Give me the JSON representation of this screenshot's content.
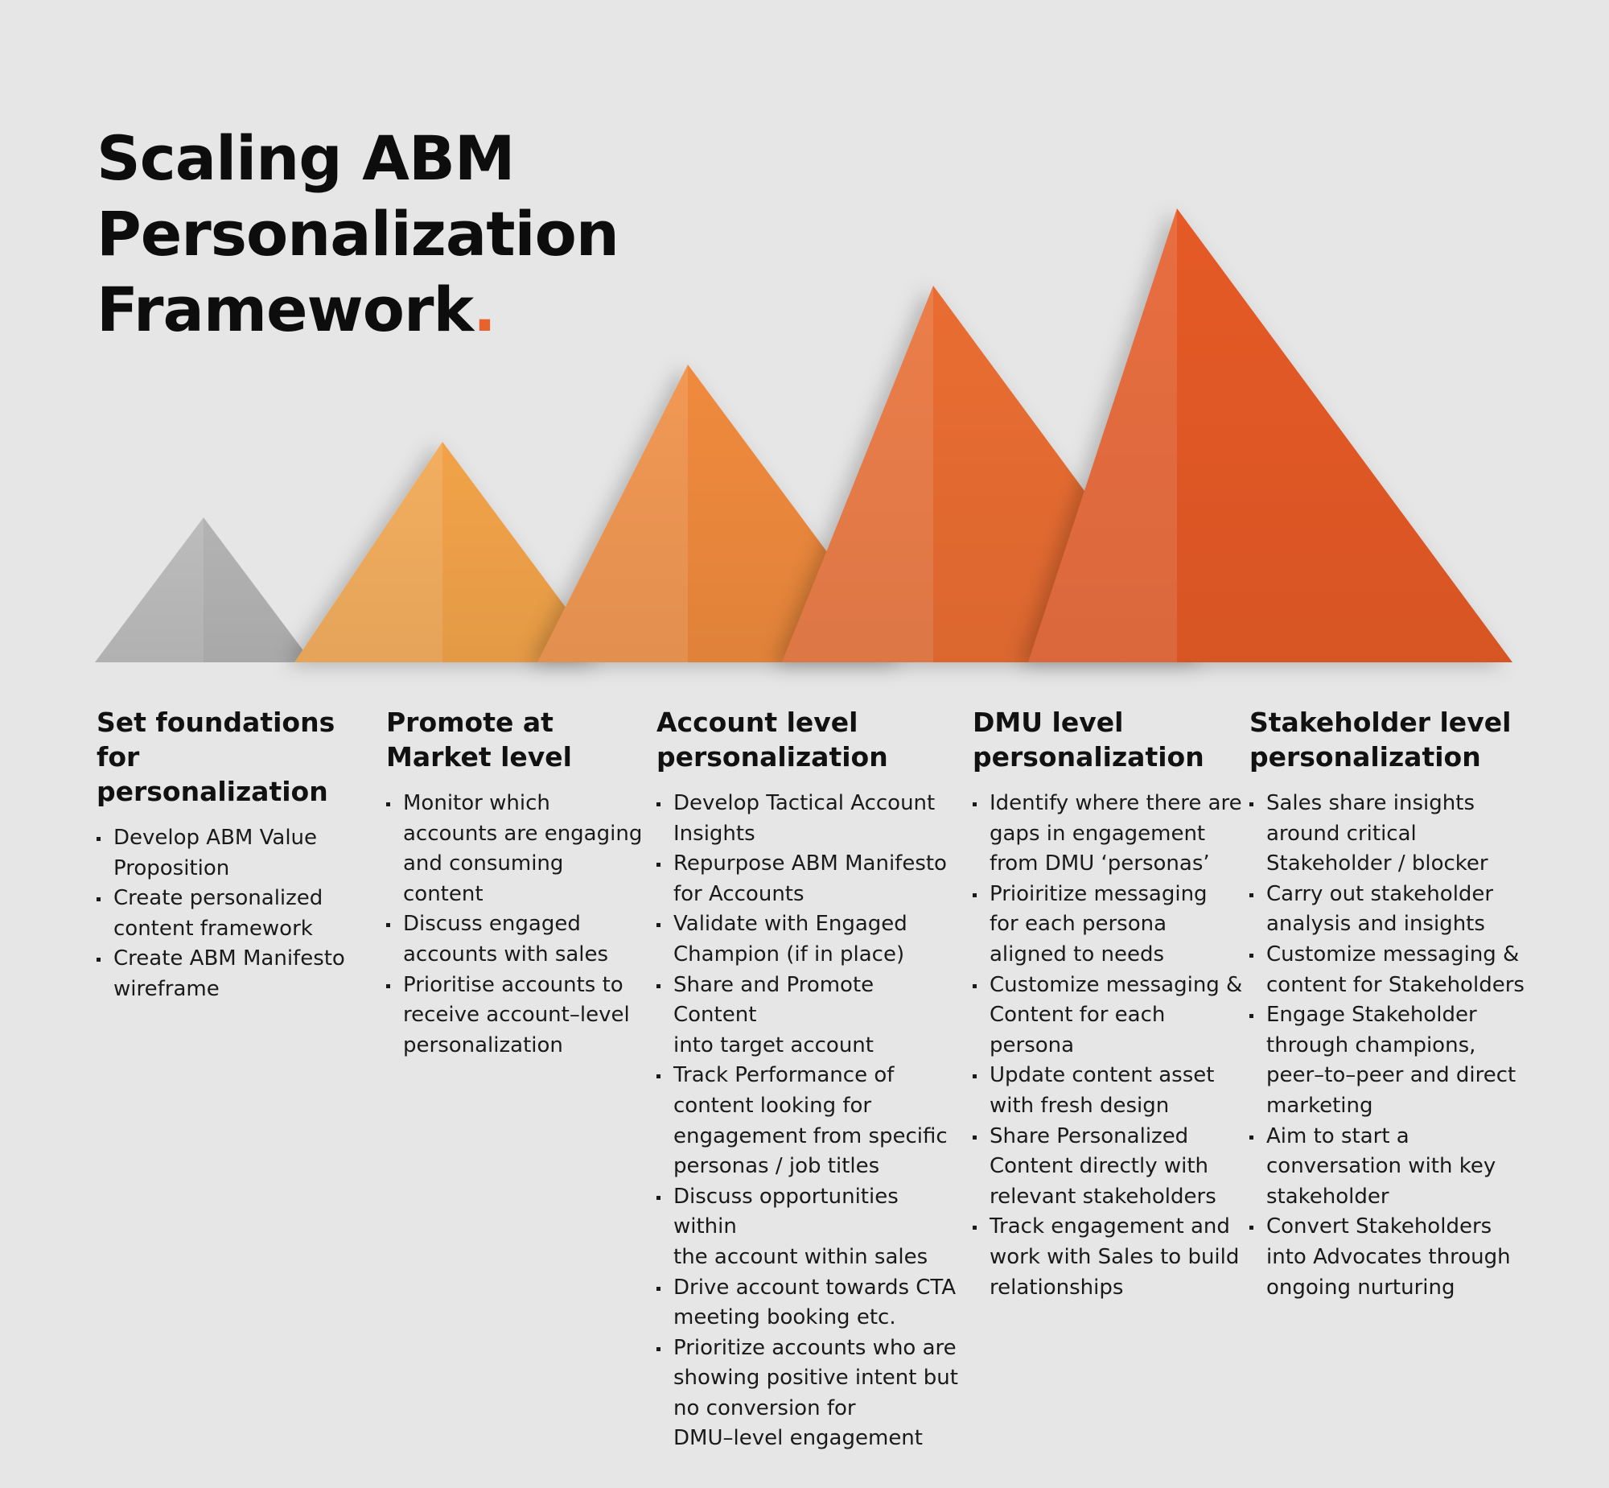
{
  "title": {
    "line1": "Scaling ABM",
    "line2": "Personalization",
    "line3": "Framework",
    "dot": "."
  },
  "colors": {
    "peak1": "#b3b3b3",
    "peak2": "#f2a34a",
    "peak3": "#ef8a3c",
    "peak4": "#e96d31",
    "peak5": "#e55a28",
    "accent": "#e8622c",
    "background": "#e6e6e6"
  },
  "columns": [
    {
      "heading": "Set foundations\nfor personalization",
      "items": [
        "Develop ABM Value\nProposition",
        "Create personalized\ncontent framework",
        "Create ABM Manifesto\nwireframe"
      ]
    },
    {
      "heading": "Promote at\nMarket level",
      "items": [
        "Monitor which\naccounts are engaging\nand consuming content",
        "Discuss engaged\naccounts with sales",
        "Prioritise accounts to\nreceive account–level\npersonalization"
      ]
    },
    {
      "heading": "Account level\npersonalization",
      "items": [
        "Develop Tactical Account\nInsights",
        "Repurpose ABM Manifesto\nfor Accounts",
        "Validate with Engaged\nChampion (if in place)",
        "Share and Promote Content\ninto target account",
        "Track Performance of\ncontent looking for\nengagement from specific\npersonas / job titles",
        "Discuss opportunities within\nthe account within sales",
        "Drive account towards CTA\nmeeting booking etc.",
        "Prioritize accounts who are\nshowing positive intent but\nno conversion for\nDMU–level engagement"
      ]
    },
    {
      "heading": "DMU level\npersonalization",
      "items": [
        "Identify where there are\ngaps in engagement\nfrom DMU ‘personas’",
        "Prioiritize messaging\nfor each persona\naligned to needs",
        "Customize messaging &\nContent for each\npersona",
        "Update content asset\nwith fresh design",
        "Share Personalized\nContent directly with\nrelevant stakeholders",
        "Track engagement and\nwork with Sales to build\nrelationships"
      ]
    },
    {
      "heading": "Stakeholder level\npersonalization",
      "items": [
        "Sales share insights\naround critical\nStakeholder / blocker",
        "Carry out stakeholder\nanalysis and insights",
        "Customize messaging &\ncontent for Stakeholders",
        "Engage Stakeholder\nthrough champions,\npeer–to–peer and direct\nmarketing",
        "Aim to start a\nconversation with key\nstakeholder",
        "Convert Stakeholders\ninto Advocates through\nongoing nurturing"
      ]
    }
  ]
}
